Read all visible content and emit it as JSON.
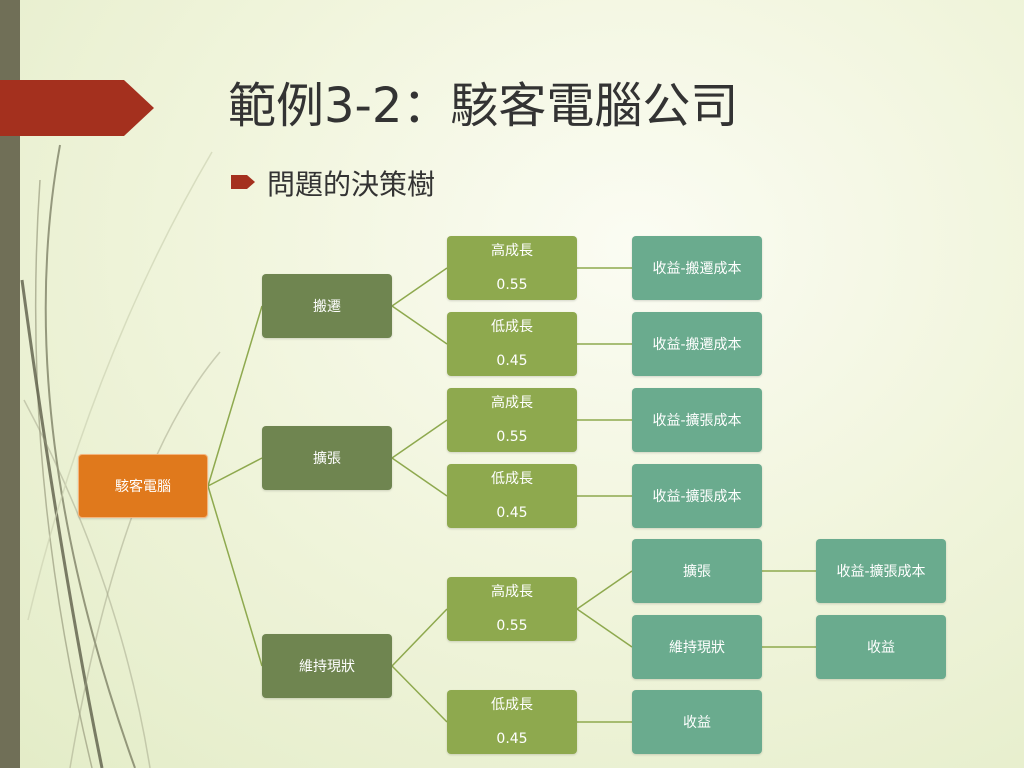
{
  "slide": {
    "title": "範例3-2：駭客電腦公司",
    "bullet": "問題的決策樹"
  },
  "colors": {
    "root": "#e0791c",
    "decision": "#6f8550",
    "chance": "#8ea94e",
    "outcome": "#6aab8e",
    "connector": "#8ea94e",
    "accent": "#a4301e"
  },
  "tree": {
    "root": "駭客電腦",
    "branches": [
      {
        "label": "搬遷",
        "outcomes": [
          {
            "label": "高成長",
            "prob": "0.55",
            "result": "收益-搬遷成本"
          },
          {
            "label": "低成長",
            "prob": "0.45",
            "result": "收益-搬遷成本"
          }
        ]
      },
      {
        "label": "擴張",
        "outcomes": [
          {
            "label": "高成長",
            "prob": "0.55",
            "result": "收益-擴張成本"
          },
          {
            "label": "低成長",
            "prob": "0.45",
            "result": "收益-擴張成本"
          }
        ]
      },
      {
        "label": "維持現狀",
        "outcomes": [
          {
            "label": "高成長",
            "prob": "0.55",
            "decisions": [
              {
                "label": "擴張",
                "result": "收益-擴張成本"
              },
              {
                "label": "維持現狀",
                "result": "收益"
              }
            ]
          },
          {
            "label": "低成長",
            "prob": "0.45",
            "result": "收益"
          }
        ]
      }
    ]
  }
}
